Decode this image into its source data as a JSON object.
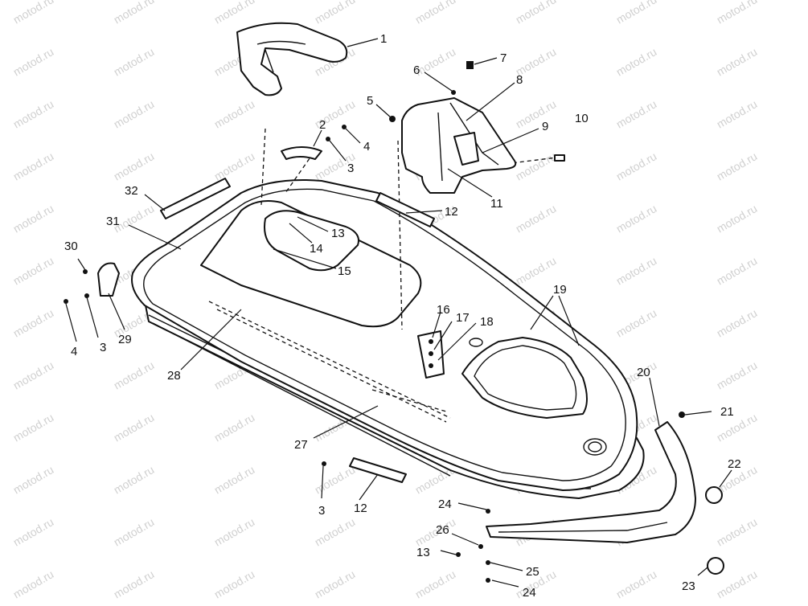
{
  "watermark": "motod.ru",
  "callouts": [
    "1",
    "2",
    "3",
    "4",
    "5",
    "6",
    "7",
    "8",
    "9",
    "10",
    "11",
    "12",
    "13",
    "14",
    "15",
    "16",
    "17",
    "18",
    "19",
    "20",
    "21",
    "22",
    "23",
    "24",
    "25",
    "26",
    "27",
    "28",
    "29",
    "30",
    "31",
    "32"
  ],
  "extra_labels": {
    "l3b": "3",
    "l4b": "4",
    "l12b": "12",
    "l13b": "13",
    "l24b": "24"
  }
}
